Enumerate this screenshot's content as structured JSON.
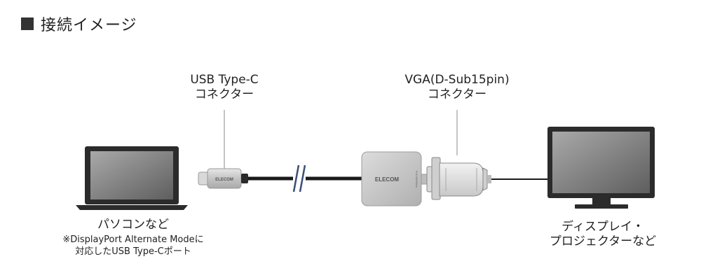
{
  "heading": "接続イメージ",
  "labels": {
    "usb_c_connector": [
      "USB Type-C",
      "コネクター"
    ],
    "vga_connector": [
      "VGA(D-Sub15pin)",
      "コネクター"
    ],
    "pc": "パソコンなど",
    "pc_note": [
      "※DisplayPort Alternate Modeに",
      "対応したUSB Type-Cポート"
    ],
    "display": [
      "ディスプレイ・",
      "プロジェクターなど"
    ]
  },
  "brand_usb": "ELECOM",
  "brand_adapter": "ELECOM",
  "adapter_side_text": "Full HD/60Hz",
  "colors": {
    "break_mark": "#3b4f78",
    "cable": "#1a1a1a",
    "adapter": "#c9c9c9",
    "screen": "#8a8a8a"
  }
}
